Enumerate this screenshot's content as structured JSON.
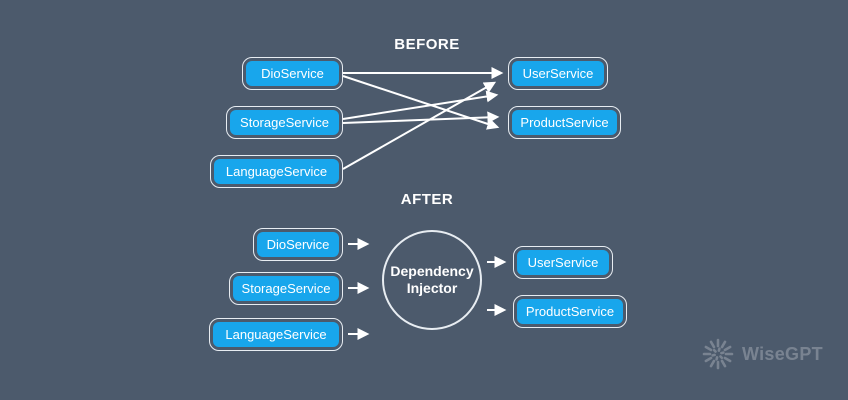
{
  "colors": {
    "background": "#4C5A6C",
    "node_fill": "#18A6EC",
    "node_border": "#E8EDF2",
    "arrow": "#FFFFFF",
    "watermark": "#73818F"
  },
  "before": {
    "title": "BEFORE",
    "left_nodes": [
      {
        "label": "DioService"
      },
      {
        "label": "StorageService"
      },
      {
        "label": "LanguageService"
      }
    ],
    "right_nodes": [
      {
        "label": "UserService"
      },
      {
        "label": "ProductService"
      }
    ],
    "edges": [
      {
        "from": "DioService",
        "to": "UserService"
      },
      {
        "from": "DioService",
        "to": "ProductService"
      },
      {
        "from": "StorageService",
        "to": "UserService"
      },
      {
        "from": "StorageService",
        "to": "ProductService"
      },
      {
        "from": "LanguageService",
        "to": "UserService"
      }
    ]
  },
  "after": {
    "title": "AFTER",
    "left_nodes": [
      {
        "label": "DioService"
      },
      {
        "label": "StorageService"
      },
      {
        "label": "LanguageService"
      }
    ],
    "injector": {
      "label_line1": "Dependency",
      "label_line2": "Injector"
    },
    "right_nodes": [
      {
        "label": "UserService"
      },
      {
        "label": "ProductService"
      }
    ],
    "edges": [
      {
        "from": "DioService",
        "to": "Dependency Injector"
      },
      {
        "from": "StorageService",
        "to": "Dependency Injector"
      },
      {
        "from": "LanguageService",
        "to": "Dependency Injector"
      },
      {
        "from": "Dependency Injector",
        "to": "UserService"
      },
      {
        "from": "Dependency Injector",
        "to": "ProductService"
      }
    ]
  },
  "watermark": {
    "brand": "WiseGPT"
  }
}
